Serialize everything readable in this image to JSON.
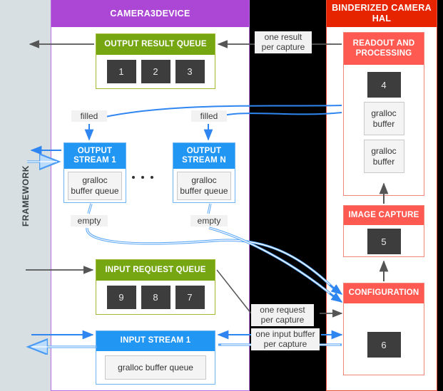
{
  "framework": {
    "label": "FRAMEWORK"
  },
  "panels": {
    "camera3device": {
      "title": "CAMERA3DEVICE",
      "color": "#ab47d4"
    },
    "hal": {
      "title": "BINDERIZED CAMERA HAL",
      "color": "#e62400"
    }
  },
  "output_result_queue": {
    "title": "OUTPUT RESULT QUEUE",
    "color": "#76a713",
    "items": [
      "1",
      "2",
      "3"
    ]
  },
  "input_request_queue": {
    "title": "INPUT REQUEST QUEUE",
    "color": "#76a713",
    "items": [
      "9",
      "8",
      "7"
    ]
  },
  "output_stream_1": {
    "title": "OUTPUT STREAM 1",
    "color": "#2196f3",
    "buffer_label": "gralloc\nbuffer queue",
    "buffer_line1": "gralloc",
    "buffer_line2": "buffer queue"
  },
  "output_stream_n": {
    "title": "OUTPUT STREAM N",
    "color": "#2196f3",
    "buffer_line1": "gralloc",
    "buffer_line2": "buffer queue"
  },
  "input_stream_1": {
    "title": "INPUT STREAM 1",
    "color": "#2196f3",
    "buffer_label": "gralloc buffer queue"
  },
  "readout_and_processing": {
    "title": "READOUT AND PROCESSING",
    "color": "#ff5a52",
    "chip": "4",
    "buffers": [
      "gralloc buffer",
      "gralloc buffer"
    ],
    "buffer_line1": "gralloc",
    "buffer_line2": "buffer"
  },
  "image_capture": {
    "title": "IMAGE CAPTURE",
    "color": "#ff5a52",
    "chip": "5"
  },
  "configuration": {
    "title": "CONFIGURATION",
    "color": "#ff5a52",
    "chip": "6"
  },
  "labels": {
    "filled_1": "filled",
    "filled_n": "filled",
    "empty_1": "empty",
    "empty_n": "empty",
    "one_result_per_capture_l1": "one result",
    "one_result_per_capture_l2": "per capture",
    "one_request_per_capture_l1": "one request",
    "one_request_per_capture_l2": "per capture",
    "one_input_buffer_per_capture_l1": "one input buffer",
    "one_input_buffer_per_capture_l2": "per capture"
  },
  "arrow_colors": {
    "blue": "#2f86f0",
    "gray": "#555555"
  }
}
